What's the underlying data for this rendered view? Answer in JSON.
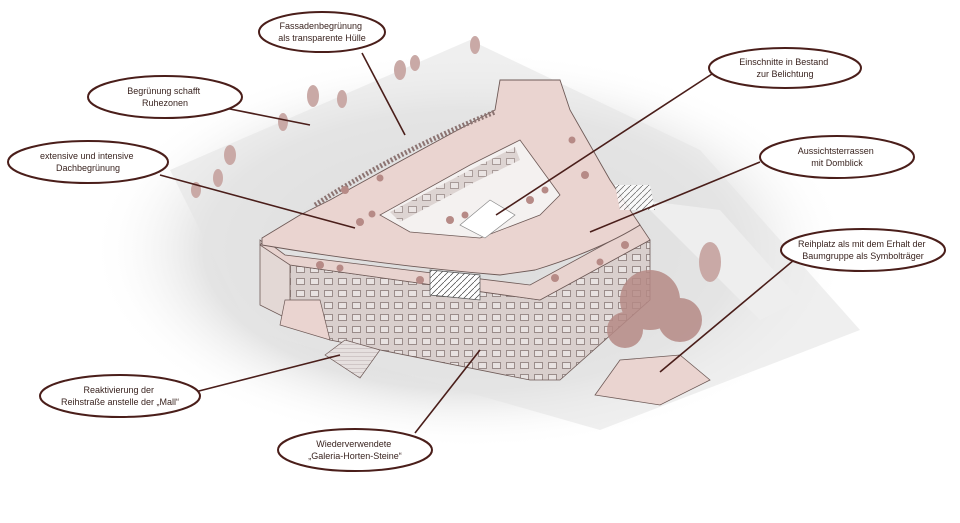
{
  "colors": {
    "ellipse_stroke": "#4a1e1a",
    "leader_line": "#4a1e1a",
    "roof_pink": "#ead4d0",
    "roof_dark": "#b99a96",
    "facade": "#d8cbc8",
    "shadow": "#dcdcdc",
    "tree": "#b68a86"
  },
  "annotations": [
    {
      "id": "fassade",
      "lines": [
        "Fassadenbegrünung",
        "als transparente Hülle"
      ]
    },
    {
      "id": "begruenung",
      "lines": [
        "Begrünung schafft",
        "Ruhezonen"
      ]
    },
    {
      "id": "dach",
      "lines": [
        "extensive und intensive",
        "Dachbegrünung"
      ]
    },
    {
      "id": "einschnitte",
      "lines": [
        "Einschnitte in Bestand",
        "zur Belichtung"
      ]
    },
    {
      "id": "terrassen",
      "lines": [
        "Aussichtsterrassen",
        "mit Domblick"
      ]
    },
    {
      "id": "reihplatz",
      "lines": [
        "Reihplatz als mit dem Erhalt der",
        "Baumgruppe als Symbolträger"
      ]
    },
    {
      "id": "reihstrasse",
      "lines": [
        "Reaktivierung der",
        "Reihstraße anstelle der „Mall“"
      ]
    },
    {
      "id": "steine",
      "lines": [
        "Wiederverwendete",
        "„Galeria-Horten-Steine“"
      ]
    }
  ]
}
